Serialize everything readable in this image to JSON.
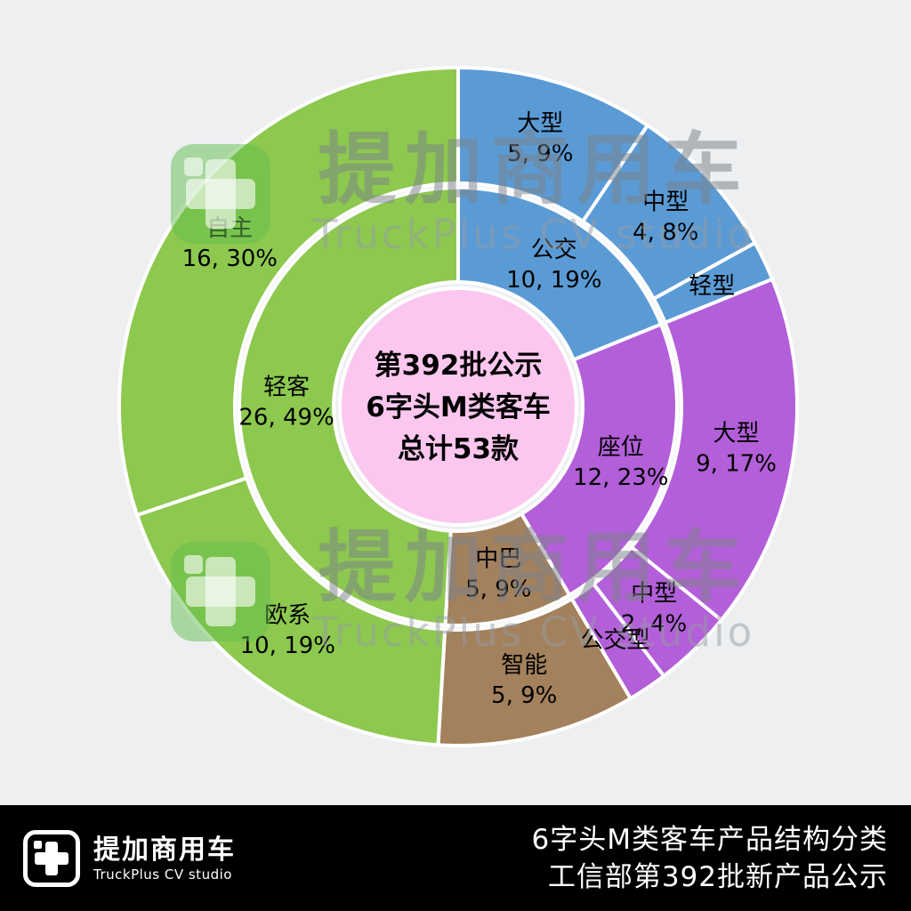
{
  "watermark": {
    "title": "提加商用车",
    "subtitle": "TruckPlus CV studio"
  },
  "footer": {
    "brand": "提加商用车",
    "brand_subtitle": "TruckPlus CV studio",
    "caption_line1": "6字头M类客车产品结构分类",
    "caption_line2": "工信部第392批新产品公示"
  },
  "chart_data": {
    "type": "pie",
    "subtype": "sunburst",
    "title": "第392批公示 6字头M类客车 总计53款",
    "center_lines": [
      "第392批公示",
      "6字头M类客车",
      "总计53款"
    ],
    "total_models": 53,
    "center_color": "#fbc7ef",
    "background_color": "#edeff1",
    "inner_ring": [
      {
        "label": "公交",
        "value": 10,
        "percent": 19,
        "color": "#5b9bd5"
      },
      {
        "label": "座位",
        "value": 12,
        "percent": 23,
        "color": "#b35fd9"
      },
      {
        "label": "中巴",
        "value": 5,
        "percent": 9,
        "color": "#a3815c"
      },
      {
        "label": "轻客",
        "value": 26,
        "percent": 49,
        "color": "#8dc84f"
      }
    ],
    "outer_ring": [
      {
        "parent": "公交",
        "label": "大型",
        "value": 5,
        "percent": 9,
        "show_value": true
      },
      {
        "parent": "公交",
        "label": "中型",
        "value": 4,
        "percent": 8,
        "show_value": true
      },
      {
        "parent": "公交",
        "label": "轻型",
        "value": 1,
        "show_value": false
      },
      {
        "parent": "座位",
        "label": "大型",
        "value": 9,
        "percent": 17,
        "show_value": true
      },
      {
        "parent": "座位",
        "label": "中型",
        "value": 2,
        "percent": 4,
        "show_value": true
      },
      {
        "parent": "座位",
        "label": "公交型",
        "value": 1,
        "show_value": false
      },
      {
        "parent": "中巴",
        "label": "智能",
        "value": 5,
        "percent": 9,
        "show_value": true
      },
      {
        "parent": "轻客",
        "label": "欧系",
        "value": 10,
        "percent": 19,
        "show_value": true
      },
      {
        "parent": "轻客",
        "label": "自主",
        "value": 16,
        "percent": 30,
        "show_value": true
      }
    ]
  }
}
